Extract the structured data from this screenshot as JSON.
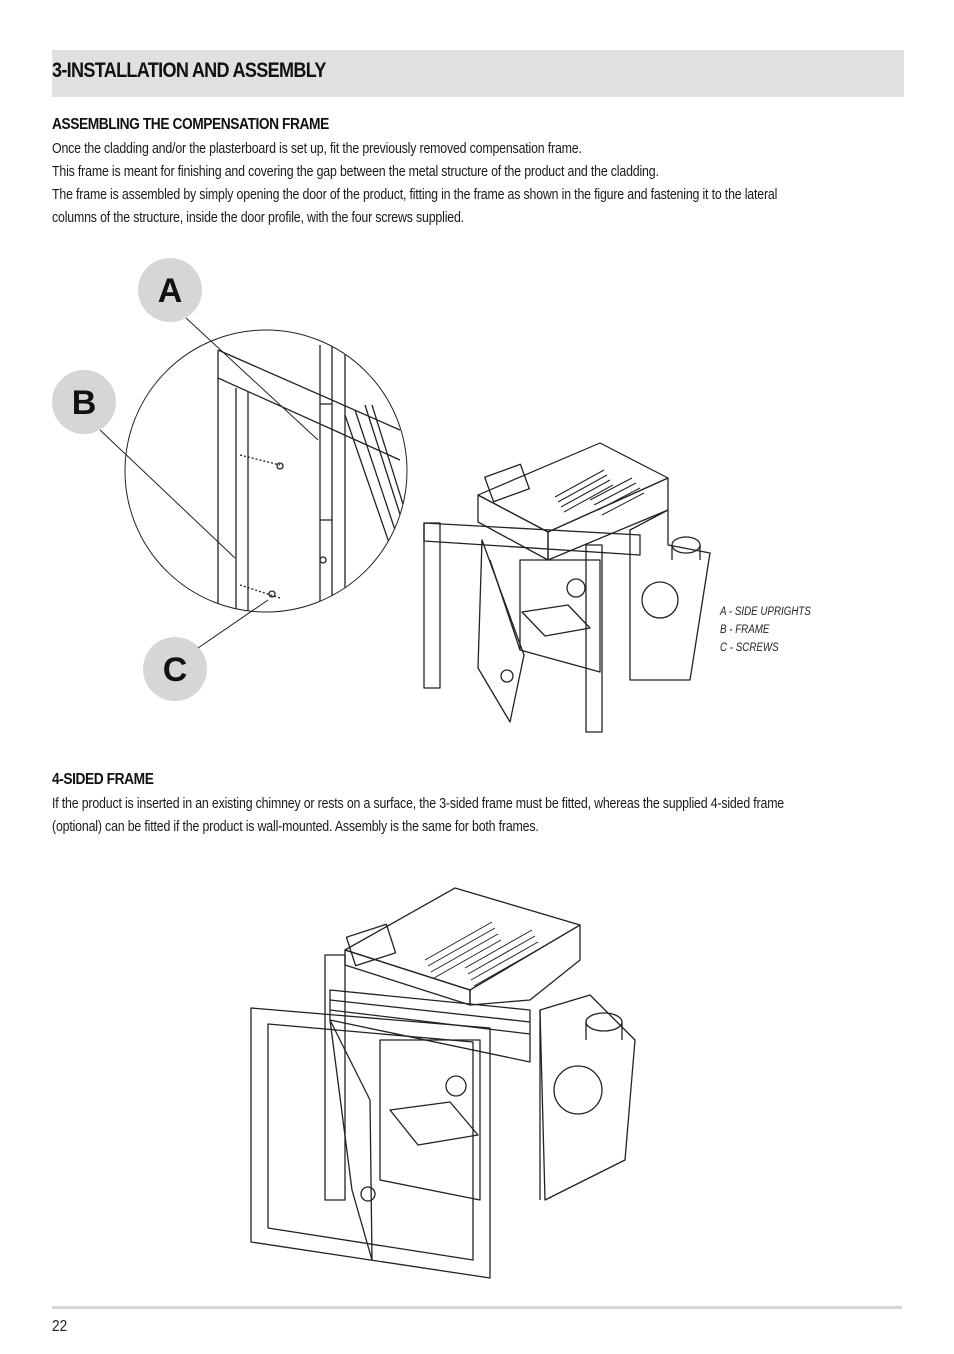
{
  "section": {
    "title": "3-INSTALLATION AND ASSEMBLY"
  },
  "compensation_frame": {
    "heading": "ASSEMBLING THE COMPENSATION FRAME",
    "lines": [
      "Once the cladding and/or the plasterboard is set up, fit the previously removed compensation frame.",
      "This frame is meant for finishing and covering the gap between the metal structure of the product and the cladding.",
      "The frame is assembled by simply opening the door of the product, fitting in the frame as shown in the figure and fastening it to the lateral",
      "columns of the structure, inside the door profile, with the four screws supplied."
    ]
  },
  "figure1": {
    "callouts": {
      "a": "A",
      "b": "B",
      "c": "C"
    },
    "legend": [
      "A - SIDE UPRIGHTS",
      "B - FRAME",
      "C - SCREWS"
    ]
  },
  "four_sided": {
    "heading": "4-SIDED FRAME",
    "lines": [
      "If the product is inserted in an existing chimney or rests on a surface, the 3-sided frame must be fitted, whereas the supplied 4-sided frame",
      "(optional) can be fitted if the product is wall-mounted. Assembly is the same for both frames."
    ]
  },
  "footer": {
    "page_number": "22"
  }
}
